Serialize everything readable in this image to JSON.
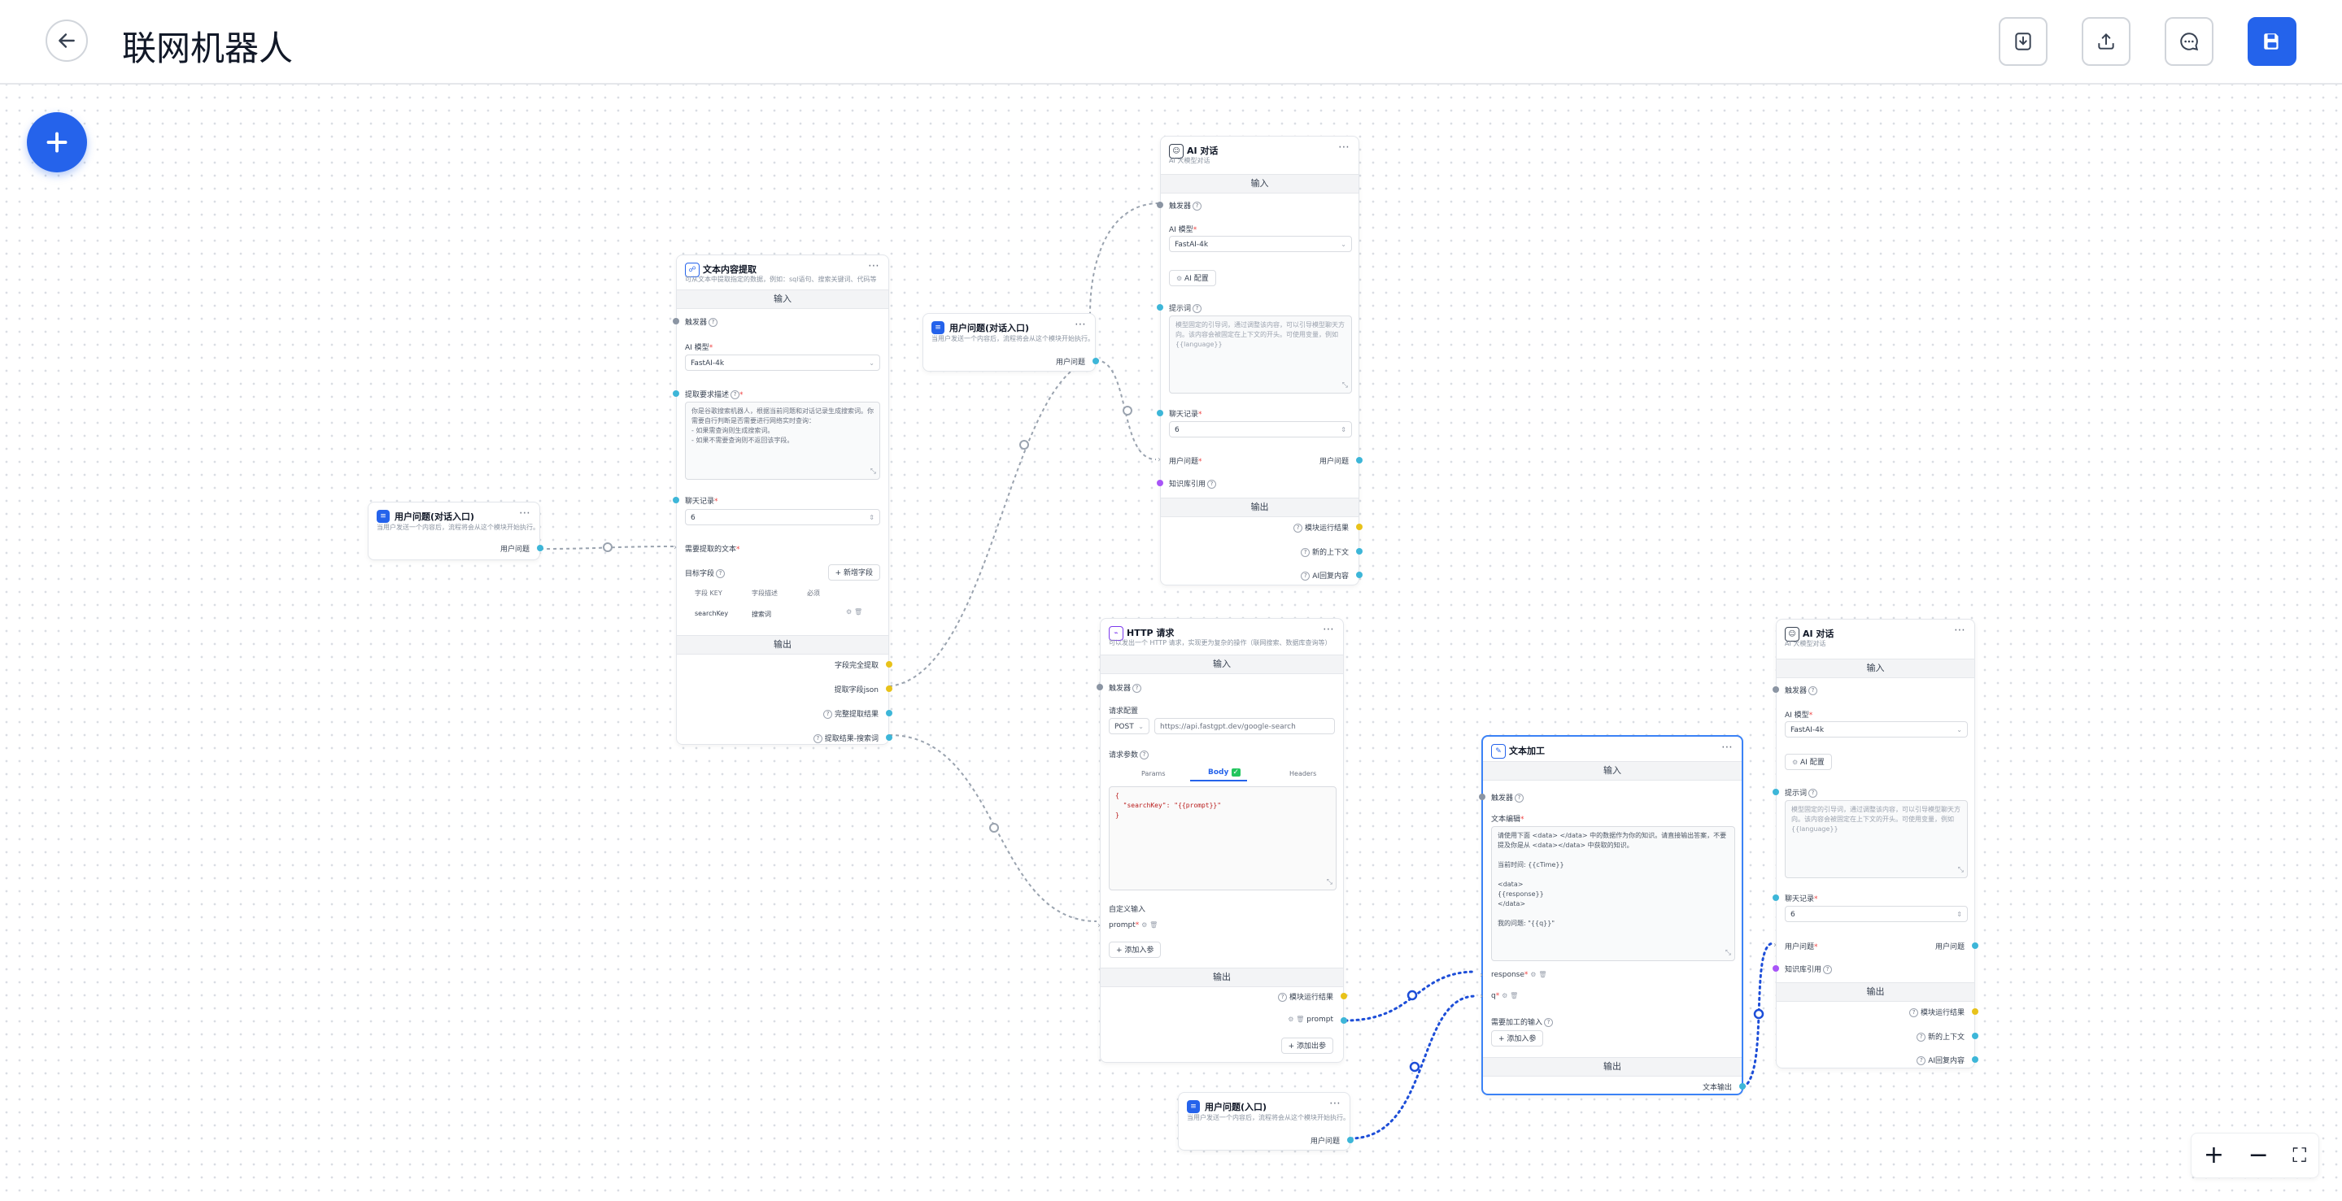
{
  "header": {
    "title": "联网机器人",
    "back_icon": "arrow-left-icon",
    "actions": [
      "import-icon",
      "export-icon",
      "chat-icon",
      "save-icon"
    ],
    "accent": "#2463eb"
  },
  "labels": {
    "input": "输入",
    "output": "输出",
    "trigger": "触发器",
    "ai_model": "AI 模型",
    "ai_config": "AI 配置",
    "history": "聊天记录",
    "user_question": "用户问题",
    "model_value": "FastAI-4k",
    "history_value": "6",
    "prompt": "提示词",
    "prompt_placeholder": "模型固定的引导词，通过调整该内容，可以引导模型聊天方向。该内容会被固定在上下文的开头。可使用变量，例如 {{language}}",
    "kb_quote": "知识库引用",
    "ai_reply": "AI回复内容",
    "new_context": "新的上下文",
    "finish_reason": "模块运行结果",
    "add_input": "添加入参",
    "add_output": "添加出参"
  },
  "nodes": {
    "user_input_left": {
      "title": "用户问题(对话入口)",
      "desc": "当用户发送一个内容后，流程将会从这个模块开始执行。",
      "output": "用户问题"
    },
    "user_input_top": {
      "title": "用户问题(对话入口)",
      "desc": "当用户发送一个内容后，流程将会从这个模块开始执行。",
      "output": "用户问题"
    },
    "user_input_bottom": {
      "title": "用户问题(入口)",
      "desc": "当用户发送一个内容后，流程将会从这个模块开始执行。",
      "output": "用户问题"
    },
    "extract": {
      "title": "文本内容提取",
      "desc": "可从文本中提取指定的数据，例如：sql语句、搜索关键词、代码等",
      "extract_desc_label": "提取要求描述",
      "extract_desc_value": "你是谷歌搜索机器人，根据当前问题和对话记录生成搜索词。你需要自行判断是否需要进行网络实时查询：\n- 如果需查询则生成搜索词。\n- 如果不需要查询则不返回该字段。",
      "text_label": "需要提取的文本",
      "field_label": "目标字段",
      "add_field": "+ 新增字段",
      "col_key": "字段 KEY",
      "col_desc": "字段描述",
      "col_required": "必须",
      "row_key": "searchKey",
      "row_desc": "搜索词",
      "out_success": "字段完全提取",
      "out_json": "提取字段json",
      "out_fields": "完整提取结果",
      "out_result": "提取结果-搜索词"
    },
    "ai_top": {
      "title": "AI 对话",
      "desc": "AI 大模型对话"
    },
    "ai_right": {
      "title": "AI 对话",
      "desc": "AI 大模型对话"
    },
    "http": {
      "title": "HTTP 请求",
      "desc": "可以发出一个 HTTP 请求，实现更为复杂的操作（联网搜索、数据库查询等）",
      "req_config": "请求配置",
      "method": "POST",
      "url": "https://api.fastgpt.dev/google-search",
      "params_label": "请求参数",
      "tabs": [
        "Params",
        "Body",
        "Headers"
      ],
      "active_tab": "Body",
      "body": "{\n  \"searchKey\": \"{{prompt}}\"\n}",
      "custom_input": "自定义输入",
      "input_prompt": "prompt",
      "out_prompt": "prompt"
    },
    "text_process": {
      "title": "文本加工",
      "editor_label": "文本编辑",
      "editor_text": "请使用下面 <data> </data> 中的数据作为你的知识。请直接输出答案，不要提及你是从 <data></data> 中获取的知识。\n\n当前时间: {{cTime}}\n\n<data>\n{{response}}\n</data>\n\n我的问题: \"{{q}}\"",
      "in_response": "response",
      "in_q": "q",
      "extra_label": "需要加工的输入",
      "out_text": "文本输出"
    }
  },
  "zoom": {
    "in": "+",
    "out": "−",
    "fit": "⛶"
  }
}
